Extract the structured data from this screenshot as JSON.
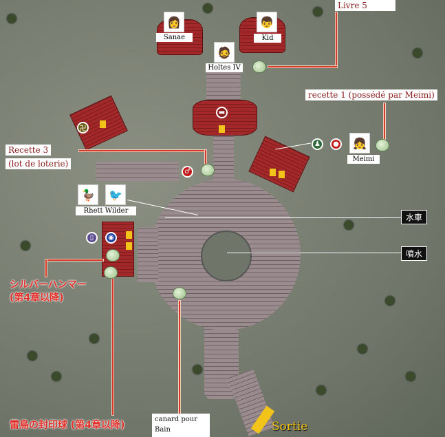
{
  "characters": {
    "sanae": "Sanae",
    "kid": "Kid",
    "holtes": "Holtes IV",
    "meimi": "Meimi",
    "rhett": "Rhett Wilder"
  },
  "notes": {
    "livre5": "Livre 5",
    "recette1": "recette 1  (possédé par Meimi)",
    "recette3_a": "Recette 3",
    "recette3_b": "(lot de loterie)",
    "canard_a": "canard pour",
    "canard_b": "Bain",
    "silver_a": "シルバーハンマー",
    "silver_b": "(第4章以降)",
    "thunder": "雷鳥の封印球 (第4章以降)",
    "watermill": "水車",
    "fountain": "噴水",
    "exit": "Sortie"
  },
  "icons": [
    "bed-icon",
    "item-shop-icon",
    "appraiser-icon",
    "blacksmith-icon",
    "rune-icon",
    "book-icon",
    "lottery-icon",
    "treasure-bag-icon"
  ],
  "colors": {
    "roof": "#a3282a",
    "label_red": "#e0302a",
    "exit": "#f2c318"
  }
}
